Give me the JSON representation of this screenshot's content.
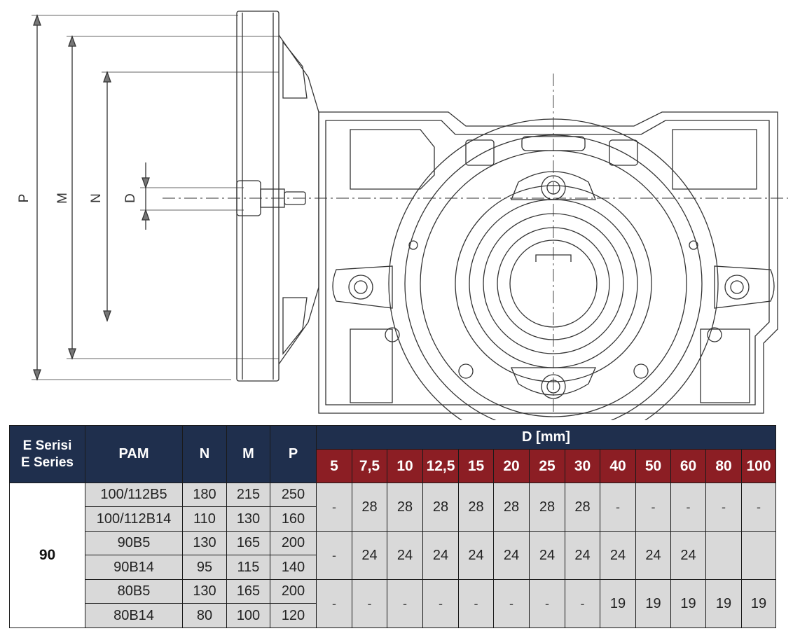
{
  "drawing": {
    "dimension_labels": [
      "P",
      "M",
      "N",
      "D"
    ]
  },
  "table": {
    "header": {
      "series_tr": "E Serisi",
      "series_en": "E Series",
      "pam": "PAM",
      "n": "N",
      "m": "M",
      "p": "P",
      "d_group": "D [mm]",
      "d_values": [
        "5",
        "7,5",
        "10",
        "12,5",
        "15",
        "20",
        "25",
        "30",
        "40",
        "50",
        "60",
        "80",
        "100"
      ]
    },
    "size": "90",
    "rows": [
      {
        "pam": "100/112B5",
        "n": "180",
        "m": "215",
        "p": "250"
      },
      {
        "pam": "100/112B14",
        "n": "110",
        "m": "130",
        "p": "160"
      },
      {
        "pam": "90B5",
        "n": "130",
        "m": "165",
        "p": "200"
      },
      {
        "pam": "90B14",
        "n": "95",
        "m": "115",
        "p": "140"
      },
      {
        "pam": "80B5",
        "n": "130",
        "m": "165",
        "p": "200"
      },
      {
        "pam": "80B14",
        "n": "80",
        "m": "100",
        "p": "120"
      }
    ],
    "groups": [
      [
        "-",
        "28",
        "28",
        "28",
        "28",
        "28",
        "28",
        "28",
        "-",
        "-",
        "-",
        "-",
        "-"
      ],
      [
        "-",
        "24",
        "24",
        "24",
        "24",
        "24",
        "24",
        "24",
        "24",
        "24",
        "24",
        "",
        ""
      ],
      [
        "-",
        "-",
        "-",
        "-",
        "-",
        "-",
        "-",
        "-",
        "19",
        "19",
        "19",
        "19",
        "19"
      ]
    ]
  }
}
